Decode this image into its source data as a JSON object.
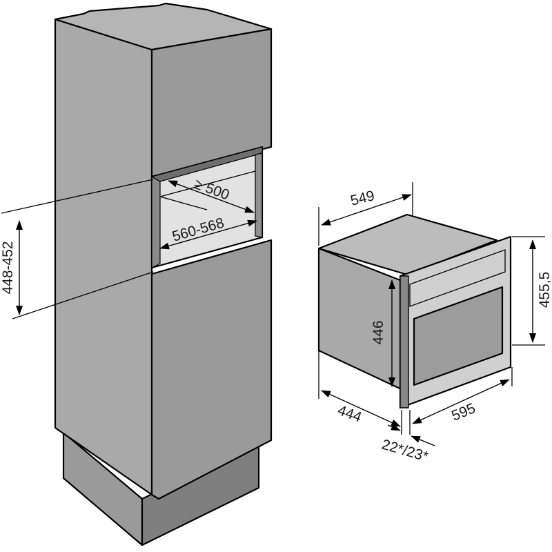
{
  "colors": {
    "front": "#9a9a9a",
    "side": "#a9a9a9",
    "top": "#b6b6b6",
    "dark": "#7c7c7c",
    "light": "#d6d6d6",
    "line": "#000000"
  },
  "cabinet": {
    "niche_depth": "≥ 500",
    "niche_width": "560-568",
    "niche_height": "448-452"
  },
  "appliance": {
    "depth": "549",
    "height_front": "455,5",
    "height_body": "446",
    "body_depth": "444",
    "front_width": "595",
    "front_thickness": "22*/23*"
  }
}
